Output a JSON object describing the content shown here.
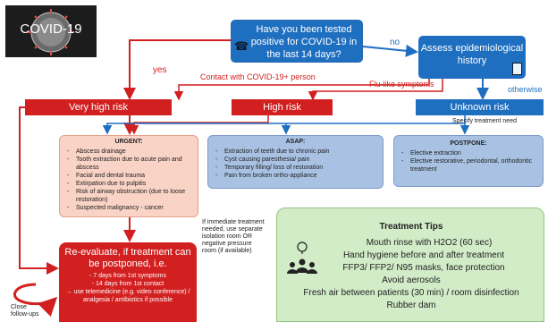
{
  "logo": {
    "text": "COVID-19"
  },
  "question": {
    "text": "Have you been tested positive for COVID-19 in the last 14 days?"
  },
  "assess": {
    "text": "Assess epidemiological history"
  },
  "edges": {
    "yes": "yes",
    "no": "no",
    "otherwise": "otherwise",
    "contact": "Contact with COVID-19+ person",
    "flu": "Flu-like symptoms",
    "specify": "Specify treatment need"
  },
  "risks": {
    "very_high": "Very high risk",
    "high": "High risk",
    "unknown": "Unknown risk"
  },
  "urgent": {
    "title": "URGENT:",
    "items": [
      "Abscess drainage",
      "Tooth extraction due to acute pain and abscess",
      "Facial and dental trauma",
      "Extirpation due to pulpitis",
      "Risk of airway obstruction (due to loose restoration)",
      "Suspected malignancy - cancer"
    ]
  },
  "asap": {
    "title": "ASAP:",
    "items": [
      "Extraction of teeth due to chronic pain",
      "Cyst causing paresthesia/ pain",
      "Temporary filling/ loss of restoration",
      "Pain from broken ortho-appliance"
    ]
  },
  "postpone": {
    "title": "POSTPONE:",
    "items": [
      "Elective extraction",
      "Elective restorative, periodontal, orthodontic treatment"
    ]
  },
  "note": {
    "text": "If immediate treatment needed, use separate isolation room OR negative pressure room (if available)"
  },
  "reevaluate": {
    "title": "Re-evaluate, if treatment can be postponed, i.e.",
    "items": [
      "- 7 days from 1st symptoms",
      "- 14 days from 1st contact",
      "→ use telemedicine (e.g. video conference) / analgesia / antibiotics if possible"
    ]
  },
  "follow": {
    "text": "Close follow-ups"
  },
  "tips": {
    "title": "Treatment Tips",
    "items": [
      "Mouth rinse with H2O2 (60 sec)",
      "Hand hygiene before and after treatment",
      "FFP3/ FFP2/ N95 masks, face protection",
      "Avoid aerosols",
      "Fresh air between patients (30 min) / room disinfection",
      "Rubber dam"
    ]
  },
  "colors": {
    "red": "#d21f1f",
    "blue": "#1f6fc1",
    "urgent_fill": "#f9d3c6",
    "category_fill": "#a9c2e4",
    "tips_fill": "#d2ecc8"
  }
}
